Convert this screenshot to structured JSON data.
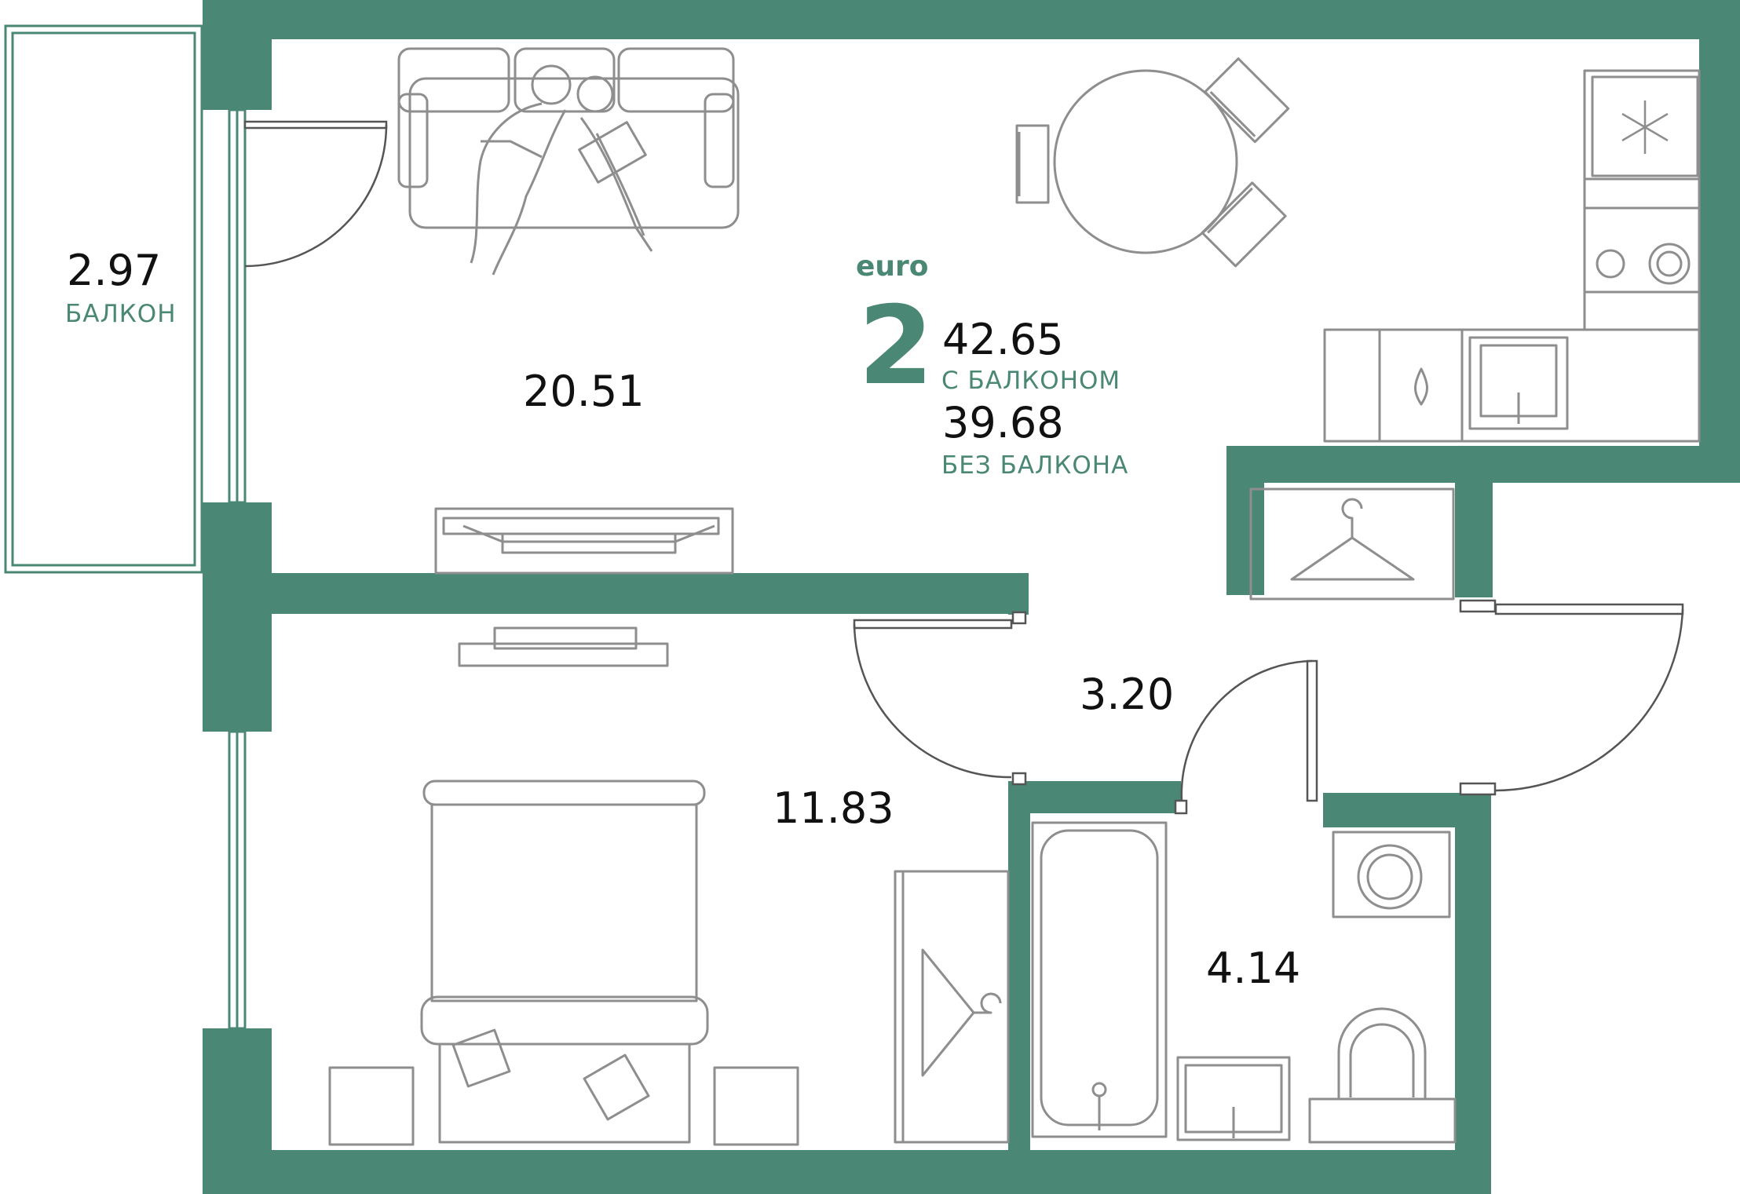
{
  "colors": {
    "wall": "#4a8774",
    "furniture": "#8e8e8e",
    "text": "#111111",
    "accent": "#4a8774"
  },
  "apartment": {
    "class": "euro",
    "rooms": "2",
    "total_area": "42.65",
    "total_area_note": "С БАЛКОНОМ",
    "living_area": "39.68",
    "living_area_note": "БЕЗ БАЛКОНА"
  },
  "rooms": [
    {
      "id": "balcony",
      "area": "2.97",
      "name": "БАЛКОН"
    },
    {
      "id": "living",
      "area": "20.51"
    },
    {
      "id": "bedroom",
      "area": "11.83"
    },
    {
      "id": "hall",
      "area": "3.20"
    },
    {
      "id": "bathroom",
      "area": "4.14"
    }
  ]
}
